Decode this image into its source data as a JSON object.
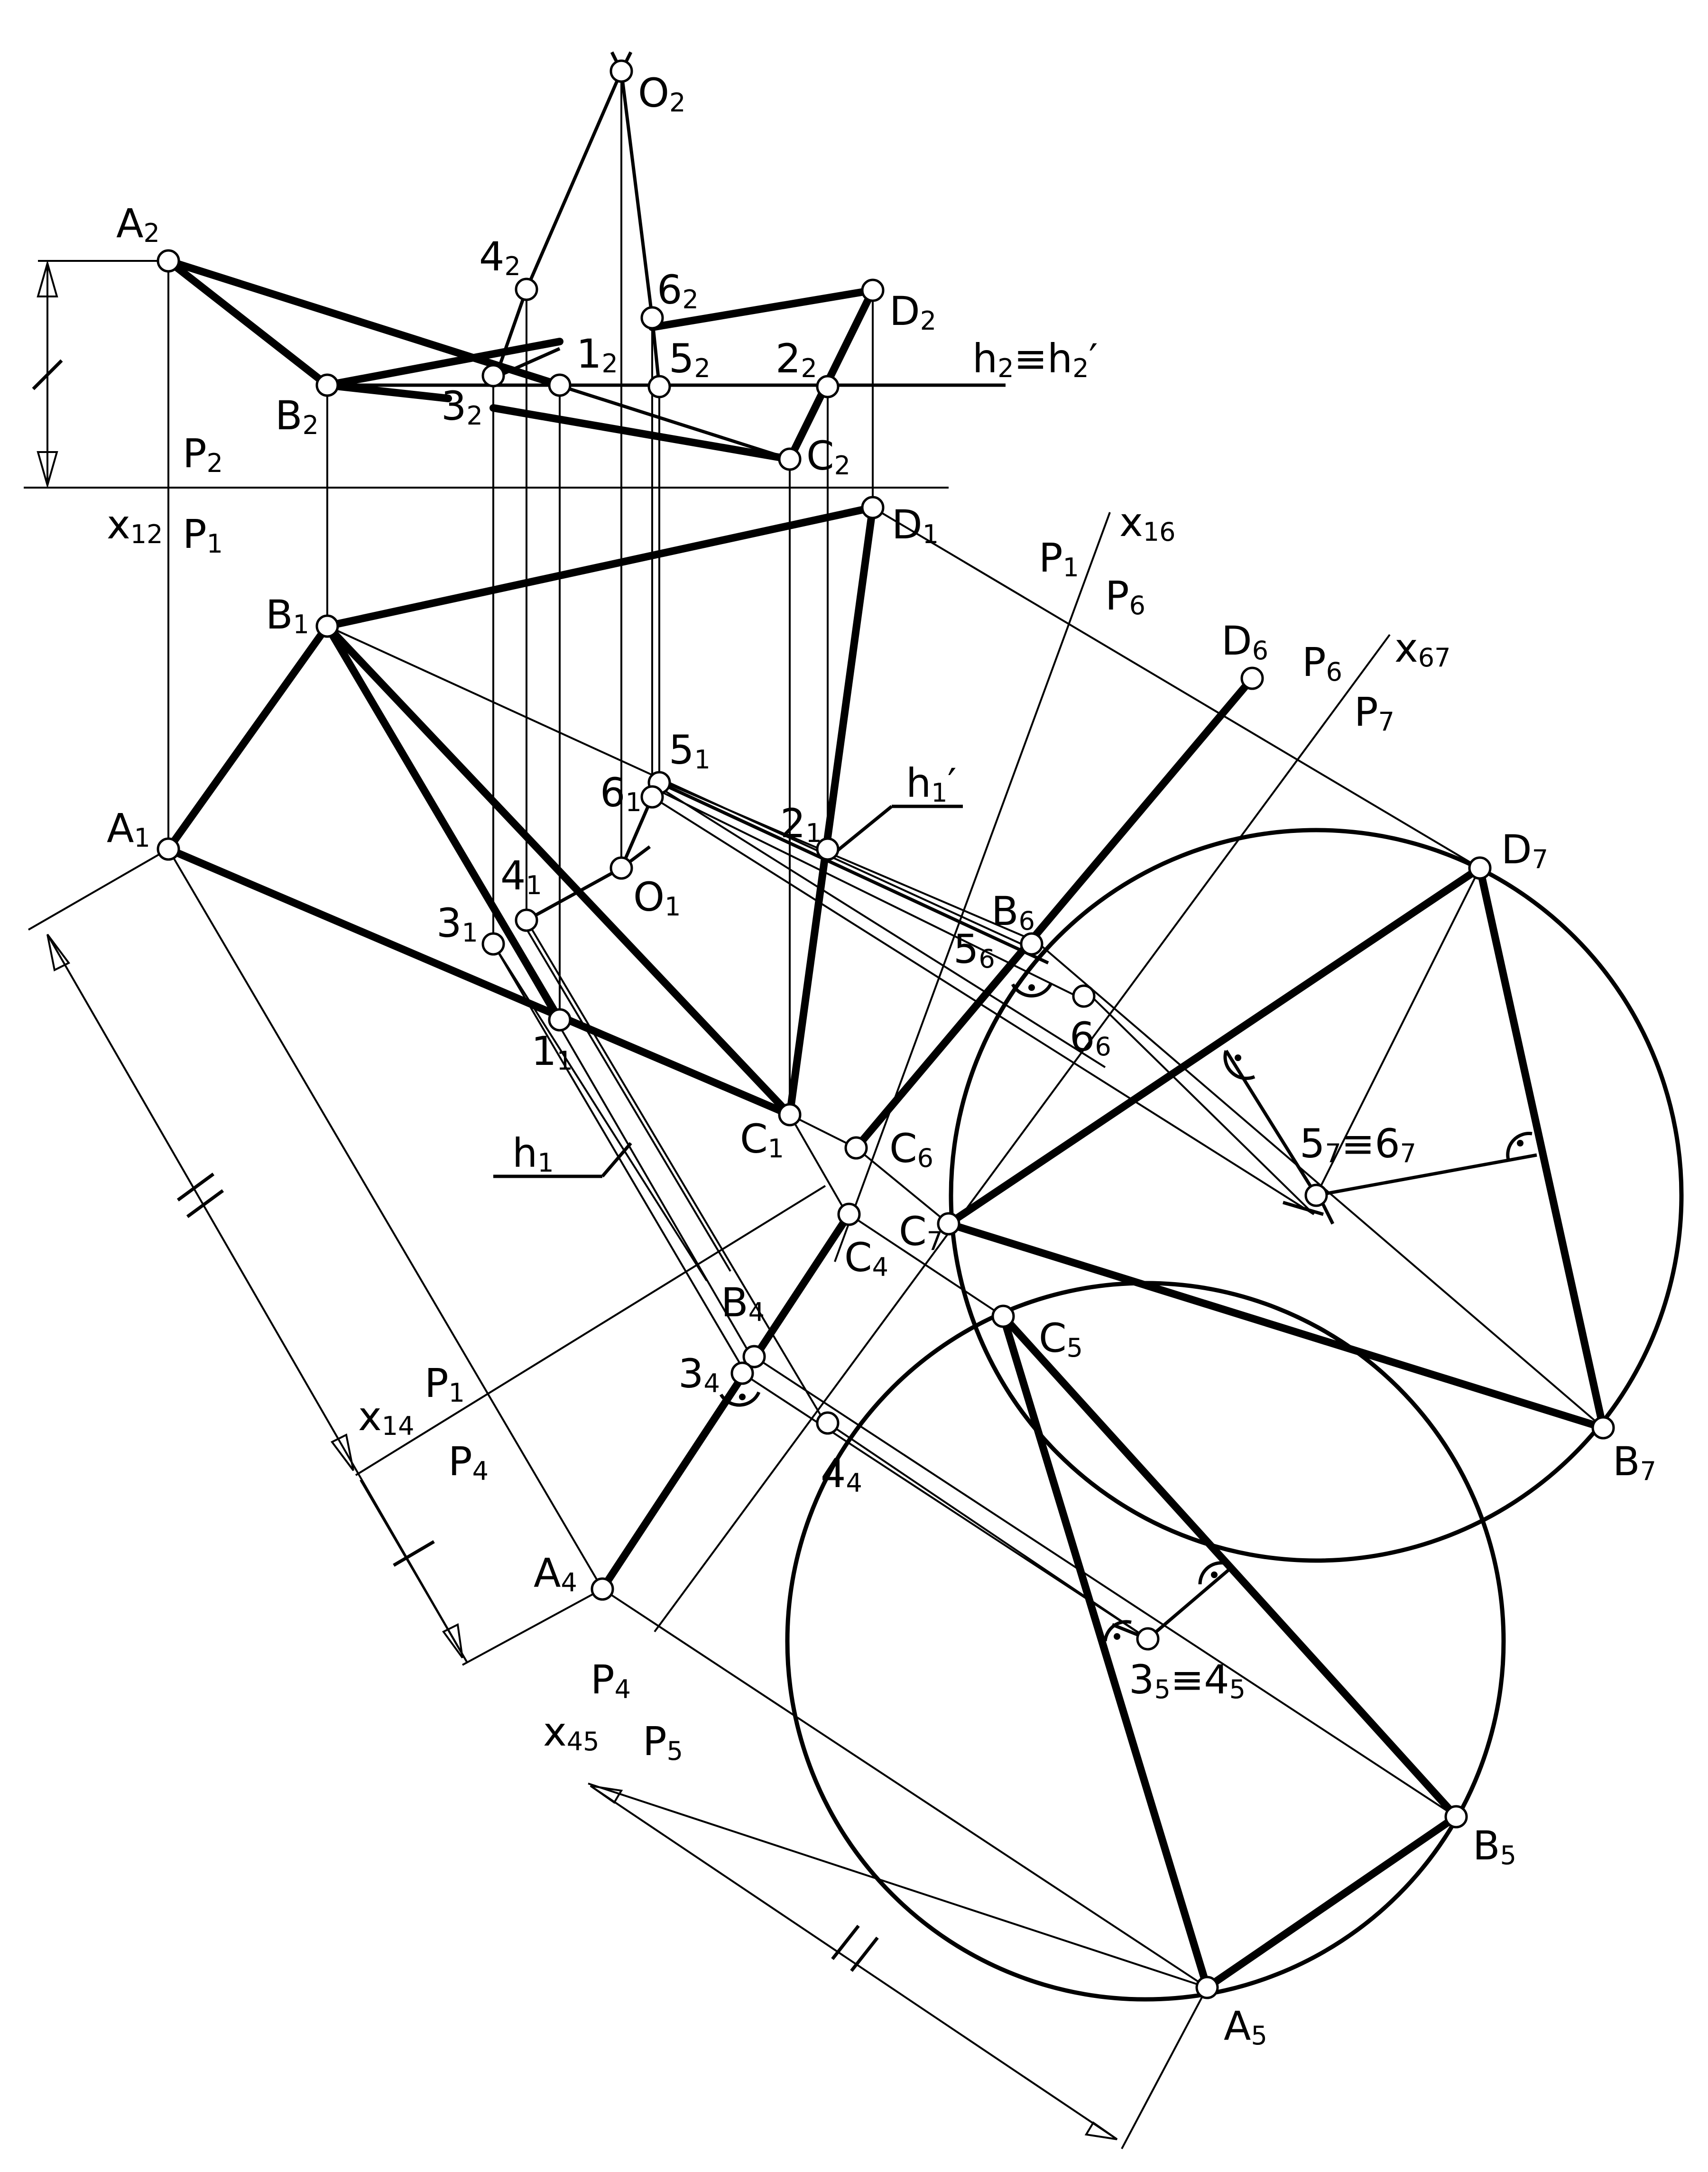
{
  "points": [
    {
      "id": "O2",
      "base": "O",
      "sub": "2"
    },
    {
      "id": "A2",
      "base": "A",
      "sub": "2"
    },
    {
      "id": "B2",
      "base": "B",
      "sub": "2"
    },
    {
      "id": "C2",
      "base": "C",
      "sub": "2"
    },
    {
      "id": "D2",
      "base": "D",
      "sub": "2"
    },
    {
      "id": "12",
      "base": "1",
      "sub": "2"
    },
    {
      "id": "22",
      "base": "2",
      "sub": "2"
    },
    {
      "id": "32",
      "base": "3",
      "sub": "2"
    },
    {
      "id": "42",
      "base": "4",
      "sub": "2"
    },
    {
      "id": "52",
      "base": "5",
      "sub": "2"
    },
    {
      "id": "62",
      "base": "6",
      "sub": "2"
    },
    {
      "id": "A1",
      "base": "A",
      "sub": "1"
    },
    {
      "id": "B1",
      "base": "B",
      "sub": "1"
    },
    {
      "id": "C1",
      "base": "C",
      "sub": "1"
    },
    {
      "id": "D1",
      "base": "D",
      "sub": "1"
    },
    {
      "id": "O1",
      "base": "O",
      "sub": "1"
    },
    {
      "id": "11",
      "base": "1",
      "sub": "1"
    },
    {
      "id": "21",
      "base": "2",
      "sub": "1"
    },
    {
      "id": "31",
      "base": "3",
      "sub": "1"
    },
    {
      "id": "41",
      "base": "4",
      "sub": "1"
    },
    {
      "id": "51",
      "base": "5",
      "sub": "1"
    },
    {
      "id": "61",
      "base": "6",
      "sub": "1"
    },
    {
      "id": "A4",
      "base": "A",
      "sub": "4"
    },
    {
      "id": "B4",
      "base": "B",
      "sub": "4"
    },
    {
      "id": "C4",
      "base": "C",
      "sub": "4"
    },
    {
      "id": "34",
      "base": "3",
      "sub": "4"
    },
    {
      "id": "44",
      "base": "4",
      "sub": "4"
    },
    {
      "id": "A5",
      "base": "A",
      "sub": "5"
    },
    {
      "id": "B5",
      "base": "B",
      "sub": "5"
    },
    {
      "id": "C5",
      "base": "C",
      "sub": "5"
    },
    {
      "id": "345",
      "base": "3",
      "sub": "5",
      "mid": "≡4",
      "sub2": "5"
    },
    {
      "id": "B6",
      "base": "B",
      "sub": "6"
    },
    {
      "id": "C6",
      "base": "C",
      "sub": "6"
    },
    {
      "id": "D6",
      "base": "D",
      "sub": "6"
    },
    {
      "id": "56",
      "base": "5",
      "sub": "6"
    },
    {
      "id": "66",
      "base": "6",
      "sub": "6"
    },
    {
      "id": "B7",
      "base": "B",
      "sub": "7"
    },
    {
      "id": "C7",
      "base": "C",
      "sub": "7"
    },
    {
      "id": "D7",
      "base": "D",
      "sub": "7"
    },
    {
      "id": "567",
      "base": "5",
      "sub": "7",
      "mid": "≡6",
      "sub2": "7"
    }
  ],
  "axes": [
    {
      "id": "x12",
      "base": "x",
      "sub": "12",
      "upper": {
        "base": "P",
        "sub": "2"
      },
      "lower": {
        "base": "P",
        "sub": "1"
      }
    },
    {
      "id": "x16",
      "base": "x",
      "sub": "16",
      "upper": {
        "base": "P",
        "sub": "1"
      },
      "lower": {
        "base": "P",
        "sub": "6"
      }
    },
    {
      "id": "x67",
      "base": "x",
      "sub": "67",
      "upper": {
        "base": "P",
        "sub": "6"
      },
      "lower": {
        "base": "P",
        "sub": "7"
      }
    },
    {
      "id": "x14",
      "base": "x",
      "sub": "14",
      "upper": {
        "base": "P",
        "sub": "1"
      },
      "lower": {
        "base": "P",
        "sub": "4"
      }
    },
    {
      "id": "x45",
      "base": "x",
      "sub": "45",
      "upper": {
        "base": "P",
        "sub": "4"
      },
      "lower": {
        "base": "P",
        "sub": "5"
      }
    }
  ],
  "lines": [
    {
      "id": "h2",
      "base": "h",
      "sub": "2",
      "mid": "≡h",
      "sub2": "2",
      "tail": "′"
    },
    {
      "id": "h1p",
      "base": "h",
      "sub": "1",
      "tail": "′"
    },
    {
      "id": "h1",
      "base": "h",
      "sub": "1"
    }
  ]
}
